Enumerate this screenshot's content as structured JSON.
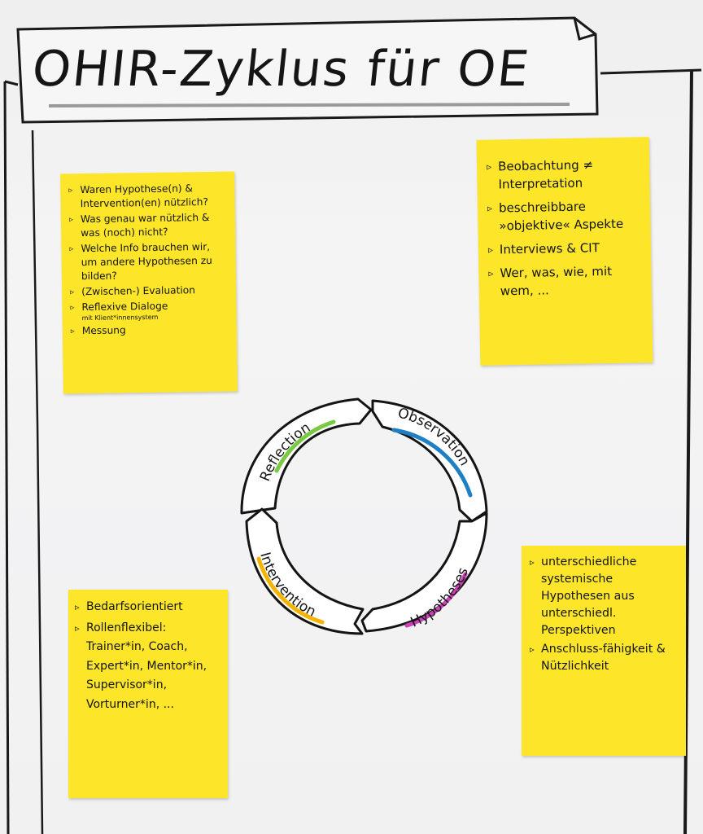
{
  "title": "OHIR-Zyklus für OE",
  "cycle": {
    "reflection": "Reflection",
    "observation": "Observation",
    "hypotheses": "Hypotheses",
    "intervention": "Intervention",
    "colors": {
      "reflection": "#7ac943",
      "observation": "#1f7fc4",
      "hypotheses": "#d040b8",
      "intervention": "#f4b400"
    }
  },
  "notes": {
    "reflection_note": {
      "items": [
        "Waren Hypothese(n) & Intervention(en) nützlich?",
        "Was genau war nützlich & was (noch) nicht?",
        "Welche Info brauchen wir, um andere Hypothesen zu bilden?",
        "(Zwischen-) Evaluation",
        "Reflexive Dialoge",
        "mit Klient*innensystem",
        "Messung"
      ]
    },
    "observation_note": {
      "items": [
        "Beobachtung ≠ Interpretation",
        "beschreibbare »objektive« Aspekte",
        "Interviews & CIT",
        "Wer, was, wie, mit wem, ..."
      ]
    },
    "intervention_note": {
      "items": [
        "Bedarfsorientiert",
        "Rollenflexibel: Trainer*in, Coach, Expert*in, Mentor*in, Supervisor*in, Vorturner*in, ..."
      ]
    },
    "hypotheses_note": {
      "items": [
        "unterschiedliche systemische Hypothesen aus unterschiedl. Perspektiven",
        "Anschluss-fähigkeit & Nützlichkeit"
      ]
    }
  }
}
